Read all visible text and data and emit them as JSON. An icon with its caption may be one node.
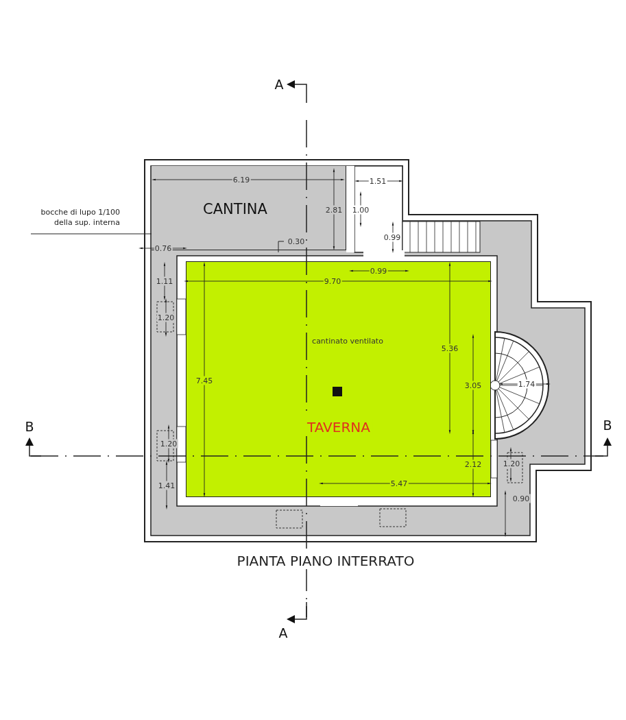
{
  "diagram": {
    "title": "PIANTA PIANO INTERRATO",
    "nodes": [
      {
        "text": [
          "CANTINA"
        ]
      },
      {
        "text": [
          "cantinato ventilato",
          "TAVERNA"
        ]
      },
      {
        "text": [
          "bocche di lupo 1/100 della sup. interna"
        ]
      }
    ],
    "edges": [
      {
        "from": 2,
        "to": 0,
        "arrow": "none"
      }
    ],
    "labels": [
      "A",
      "6.19",
      "1.51",
      "2.81",
      "1.00",
      "0.99",
      "0.76",
      "0.30",
      "0.99",
      "9.70",
      "1.11",
      "1.20",
      "5.36",
      "7.45",
      "3.05",
      "1.74",
      "B",
      "B",
      "1.20",
      "1.20",
      "2.12",
      "1.41",
      "5.47",
      "0.90",
      "A"
    ]
  }
}
